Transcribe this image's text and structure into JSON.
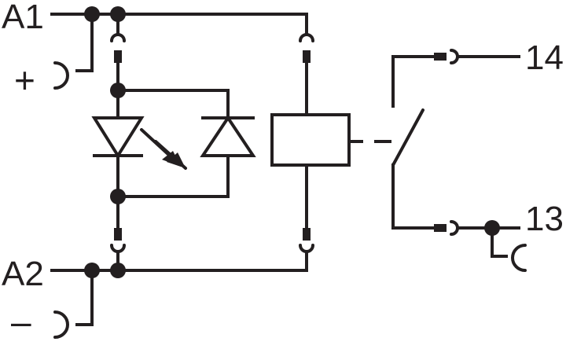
{
  "terminals": {
    "a1": "A1",
    "a2": "A2",
    "t14": "14",
    "t13": "13",
    "plus": "+",
    "minus": "–"
  },
  "colors": {
    "ink": "#231f20",
    "background": "#ffffff"
  },
  "icons": {
    "led": "led-diode-icon",
    "diode": "freewheel-diode-icon",
    "coil": "relay-coil-icon",
    "contact": "normally-open-contact-icon"
  }
}
